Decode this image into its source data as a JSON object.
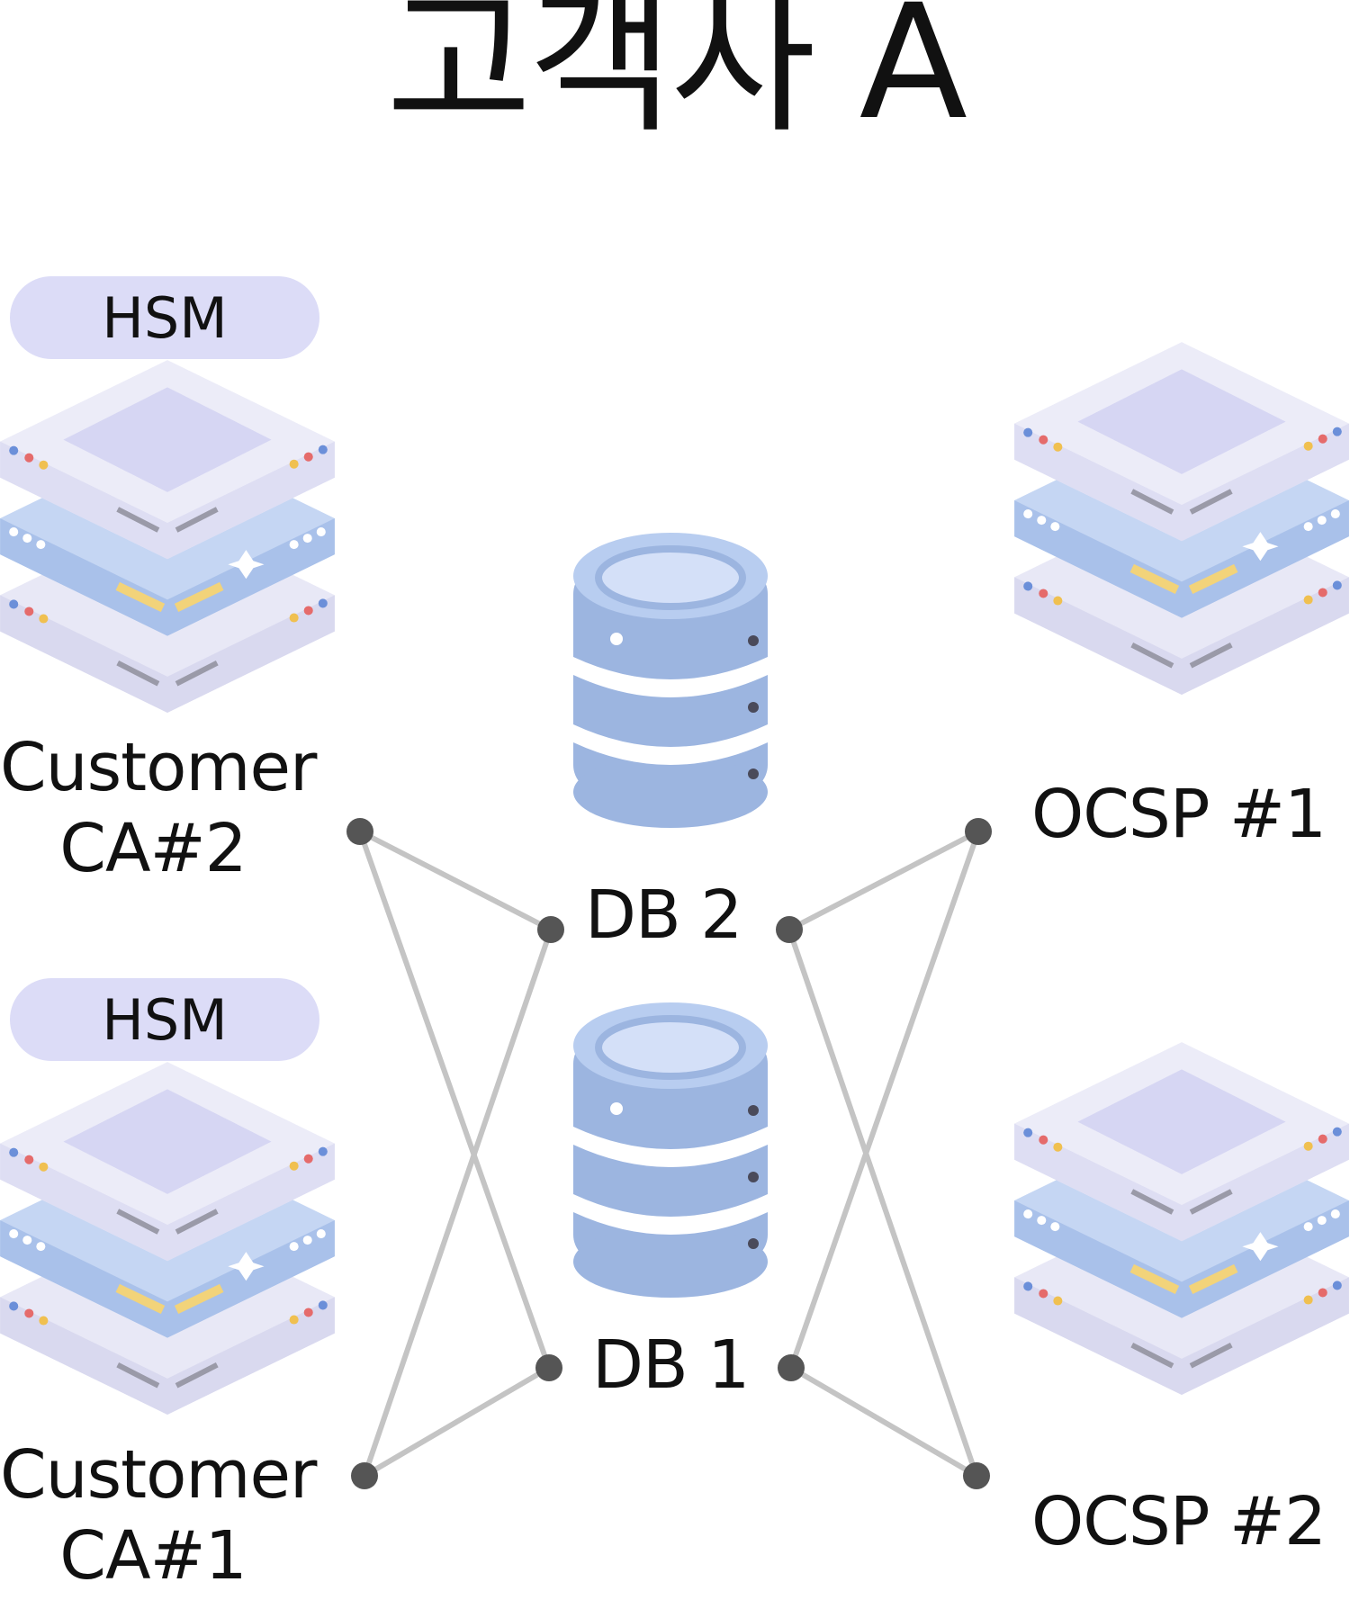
{
  "title": "고객사 A",
  "hsm_label": "HSM",
  "nodes": {
    "ca2": [
      "Customer",
      "CA#2"
    ],
    "ca1": [
      "Customer",
      "CA#1"
    ],
    "db2": "DB 2",
    "db1": "DB 1",
    "ocsp1": "OCSP #1",
    "ocsp2": "OCSP #2"
  },
  "colors": {
    "link": "#c4c4c4",
    "joint": "#555555",
    "hsm_pill": "#dcdcf7",
    "server_accent": "#a9c1ea",
    "db_body": "#9cb5e0"
  }
}
